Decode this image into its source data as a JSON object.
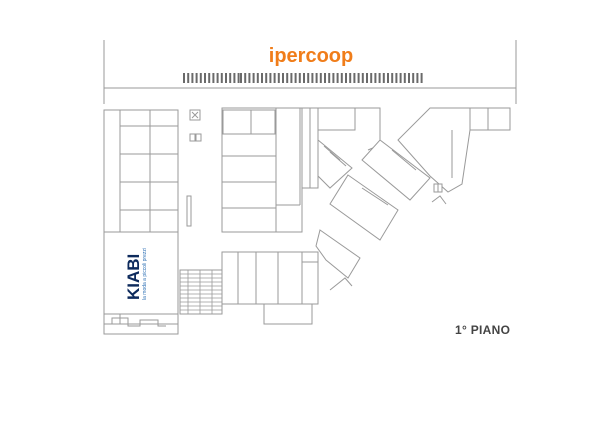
{
  "map": {
    "floor_label": "1° PIANO",
    "anchors": {
      "top": {
        "name": "ipercoop",
        "color": "#f07d1a"
      },
      "left": {
        "name": "KIABI",
        "tagline": "la moda a piccoli prezzi",
        "color": "#0d2a5c",
        "tagline_color": "#2c6fb4"
      }
    },
    "highlighted_shop": {
      "color": "#cc1414"
    }
  }
}
